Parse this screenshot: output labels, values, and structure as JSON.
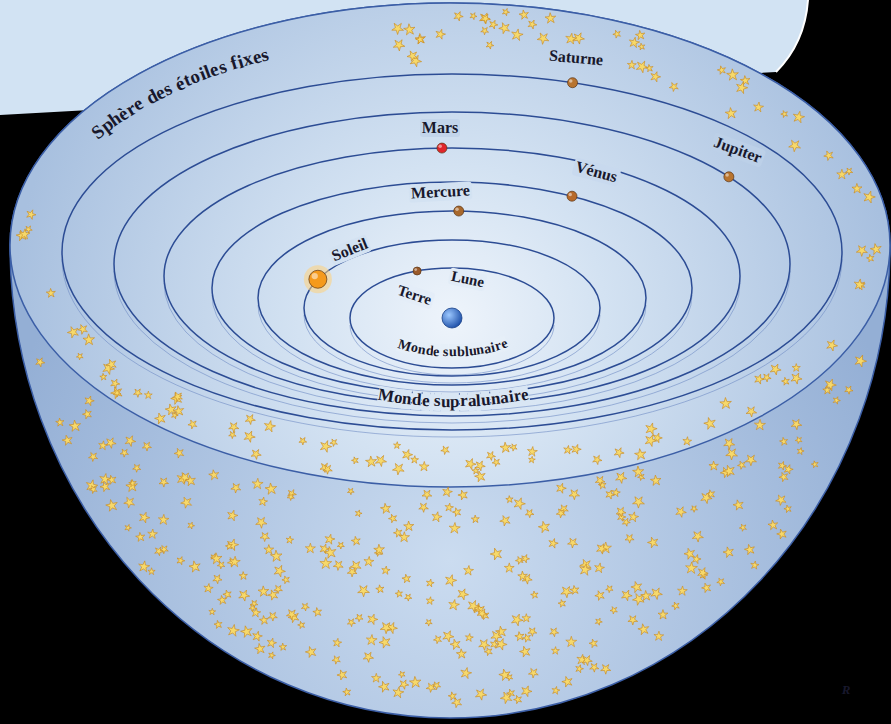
{
  "diagram": {
    "labels": [
      "Sphère des étoiles fixes",
      "Saturne",
      "Jupiter",
      "Mars",
      "Vénus",
      "Mercure",
      "Soleil",
      "Lune",
      "Terre",
      "Monde sublunaire",
      "Monde supralunaire",
      "R"
    ]
  }
}
